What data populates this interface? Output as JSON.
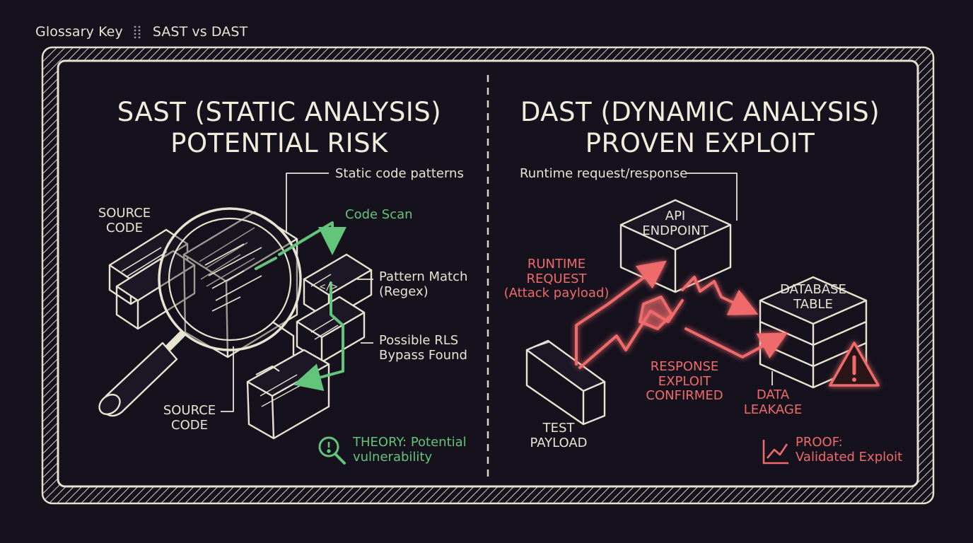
{
  "header": {
    "left": "Glossary Key",
    "right": "SAST vs DAST"
  },
  "sast": {
    "title": "SAST (STATIC ANALYSIS)",
    "subtitle": "POTENTIAL RISK",
    "callout_patterns": "Static code patterns",
    "label_source_top_line1": "SOURCE",
    "label_source_top_line2": "CODE",
    "label_code_scan": "Code Scan",
    "label_pattern_line1": "Pattern Match",
    "label_pattern_line2": "(Regex)",
    "label_rls_line1": "Possible RLS",
    "label_rls_line2": "Bypass Found",
    "label_source_bottom_line1": "SOURCE",
    "label_source_bottom_line2": "CODE",
    "theory_line1": "THEORY: Potential",
    "theory_line2": "vulnerability",
    "code_glyph": "</>"
  },
  "dast": {
    "title": "DAST (DYNAMIC ANALYSIS)",
    "subtitle": "PROVEN EXPLOIT",
    "callout_runtime": "Runtime request/response",
    "api_line1": "API",
    "api_line2": "ENDPOINT",
    "request_line1": "RUNTIME",
    "request_line2": "REQUEST",
    "request_line3": "(Attack payload)",
    "db_line1": "DATABASE",
    "db_line2": "TABLE",
    "response_line1": "RESPONSE",
    "response_line2": "EXPLOIT",
    "response_line3": "CONFIRMED",
    "leak_line1": "DATA",
    "leak_line2": "LEAKAGE",
    "payload_line1": "TEST",
    "payload_line2": "PAYLOAD",
    "proof_line1": "PROOF:",
    "proof_line2": "Validated Exploit"
  },
  "colors": {
    "background": "#15111d",
    "ink": "#efe9d8",
    "scan_green": "#63c47c",
    "exploit_red": "#ef6b6b"
  }
}
